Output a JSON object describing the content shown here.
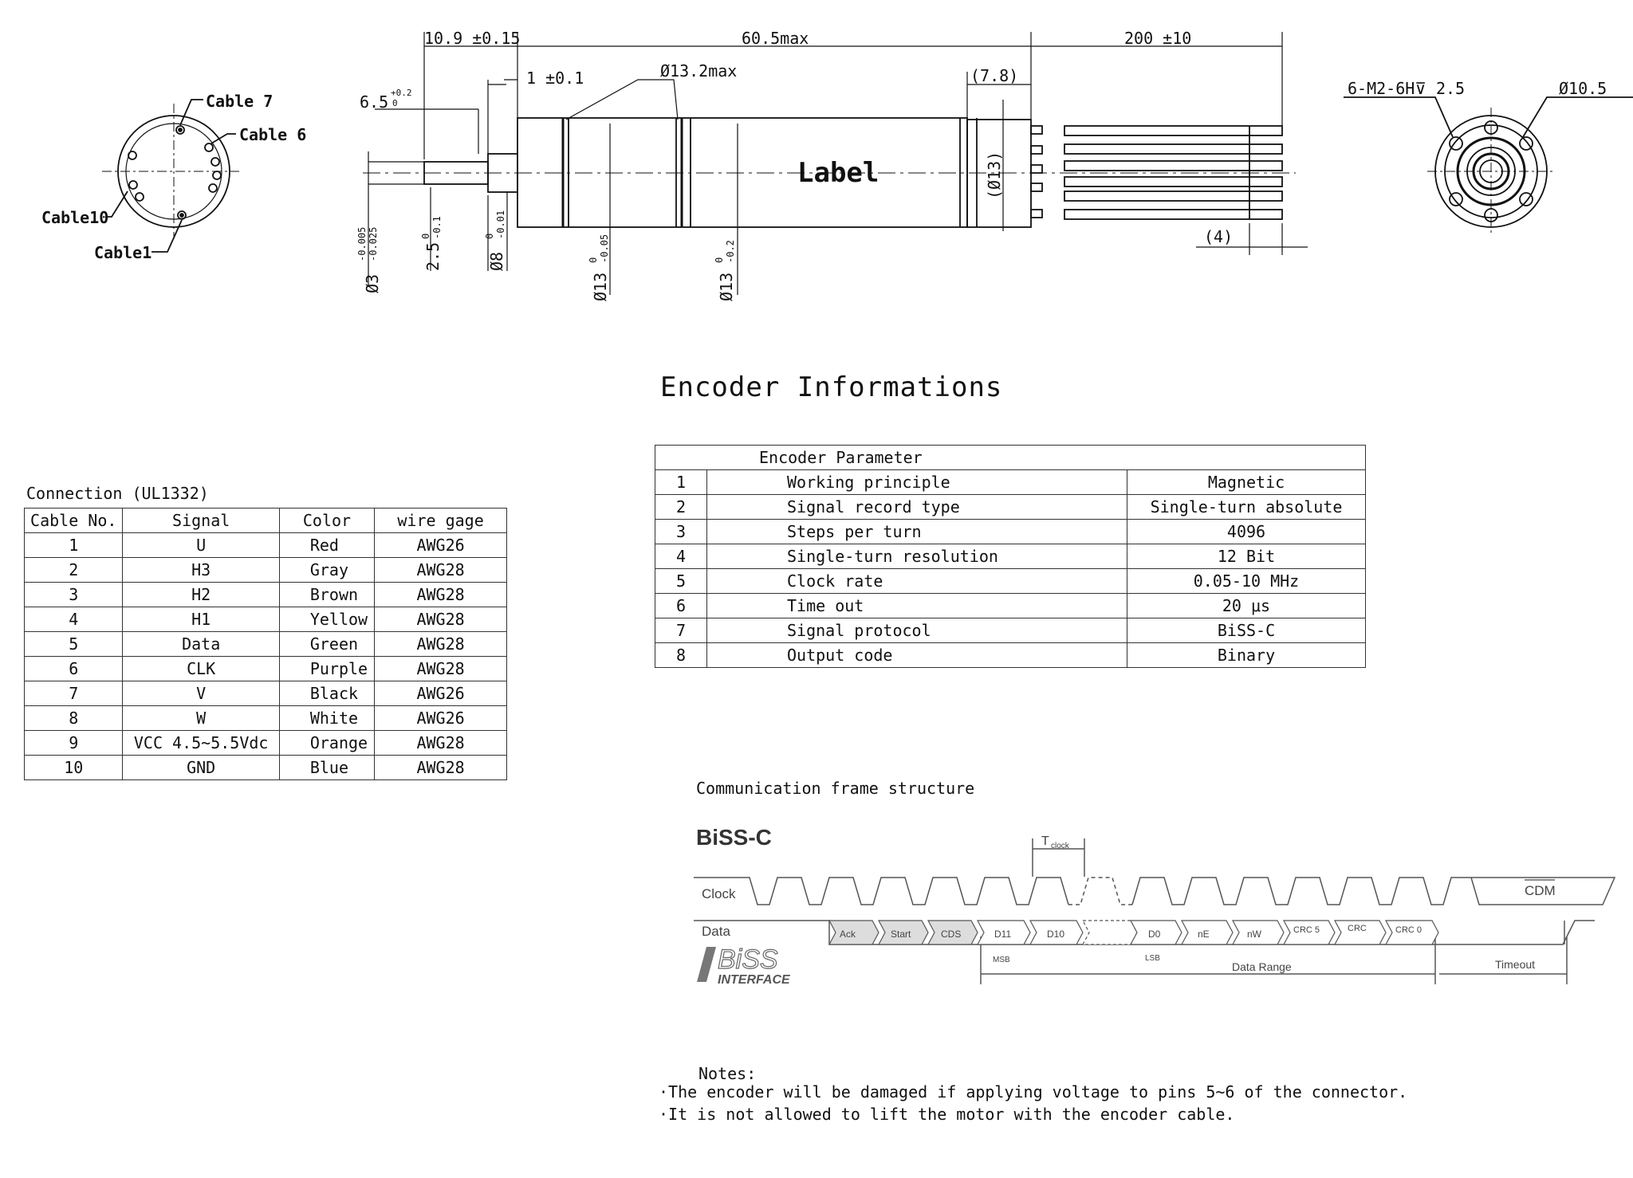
{
  "drawing": {
    "front_view_labels": {
      "cable7": "Cable 7",
      "cable6": "Cable 6",
      "cable10": "Cable10",
      "cable1": "Cable1"
    },
    "dims": {
      "d1": "10.9 ±0.15",
      "d2": "60.5max",
      "d3": "200 ±10",
      "d4": "1 ±0.1",
      "d5": "Ø13.2max",
      "d6": "(7.8)",
      "d7": "6.5",
      "d7_tol": "+0.2",
      "d7_tol2": "0",
      "d8": "(Ø13)",
      "d9": "(4)",
      "d10": "Ø3",
      "d10_tol": "-0.005",
      "d10_tol2": "-0.025",
      "d11": "2.5",
      "d11_tol": "0",
      "d11_tol2": "-0.1",
      "d12": "Ø8",
      "d12_tol": "0",
      "d12_tol2": "-0.01",
      "d13": "Ø13",
      "d13_tol": "0",
      "d13_tol2": "-0.05",
      "d14": "Ø13",
      "d14_tol": "0",
      "d14_tol2": "-0.2",
      "label": "Label",
      "end_thread": "6-M2-6H⊽ 2.5",
      "end_dia": "Ø10.5"
    }
  },
  "connection": {
    "caption": "Connection (UL1332)",
    "headers": [
      "Cable No.",
      "Signal",
      "Color",
      "wire gage"
    ],
    "rows": [
      [
        "1",
        "U",
        "Red",
        "AWG26"
      ],
      [
        "2",
        "H3",
        "Gray",
        "AWG28"
      ],
      [
        "3",
        "H2",
        "Brown",
        "AWG28"
      ],
      [
        "4",
        "H1",
        "Yellow",
        "AWG28"
      ],
      [
        "5",
        "Data",
        "Green",
        "AWG28"
      ],
      [
        "6",
        "CLK",
        "Purple",
        "AWG28"
      ],
      [
        "7",
        "V",
        "Black",
        "AWG26"
      ],
      [
        "8",
        "W",
        "White",
        "AWG26"
      ],
      [
        "9",
        "VCC 4.5~5.5Vdc",
        "Orange",
        "AWG28"
      ],
      [
        "10",
        "GND",
        "Blue",
        "AWG28"
      ]
    ]
  },
  "encoder": {
    "title": "Encoder Informations",
    "table_header": "Encoder Parameter",
    "rows": [
      [
        "1",
        "Working principle",
        "Magnetic"
      ],
      [
        "2",
        "Signal record type",
        "Single-turn absolute"
      ],
      [
        "3",
        "Steps per turn",
        "4096"
      ],
      [
        "4",
        "Single-turn resolution",
        "12 Bit"
      ],
      [
        "5",
        "Clock rate",
        "0.05-10 MHz"
      ],
      [
        "6",
        "Time out",
        "20 μs"
      ],
      [
        "7",
        "Signal protocol",
        "BiSS-C"
      ],
      [
        "8",
        "Output code",
        "Binary"
      ]
    ]
  },
  "frame": {
    "title": "Communication frame structure",
    "protocol": "BiSS-C",
    "clock_label": "Clock",
    "data_label": "Data",
    "tclock_main": "T",
    "tclock_sub": "clock",
    "cdm": "CDM",
    "data_cells": [
      "Ack",
      "Start",
      "CDS",
      "D11",
      "D10",
      "D0",
      "nE",
      "nW",
      "CRC 5",
      "CRC",
      "CRC 0"
    ],
    "msb": "MSB",
    "lsb": "LSB",
    "data_range": "Data Range",
    "timeout": "Timeout",
    "logo_top": "BiSS",
    "logo_bottom": "INTERFACE"
  },
  "notes": {
    "heading": "Notes:",
    "lines": [
      "·The encoder will be damaged if applying voltage to pins 5~6 of the connector.",
      "·It is not allowed to lift the motor with the encoder cable."
    ]
  }
}
